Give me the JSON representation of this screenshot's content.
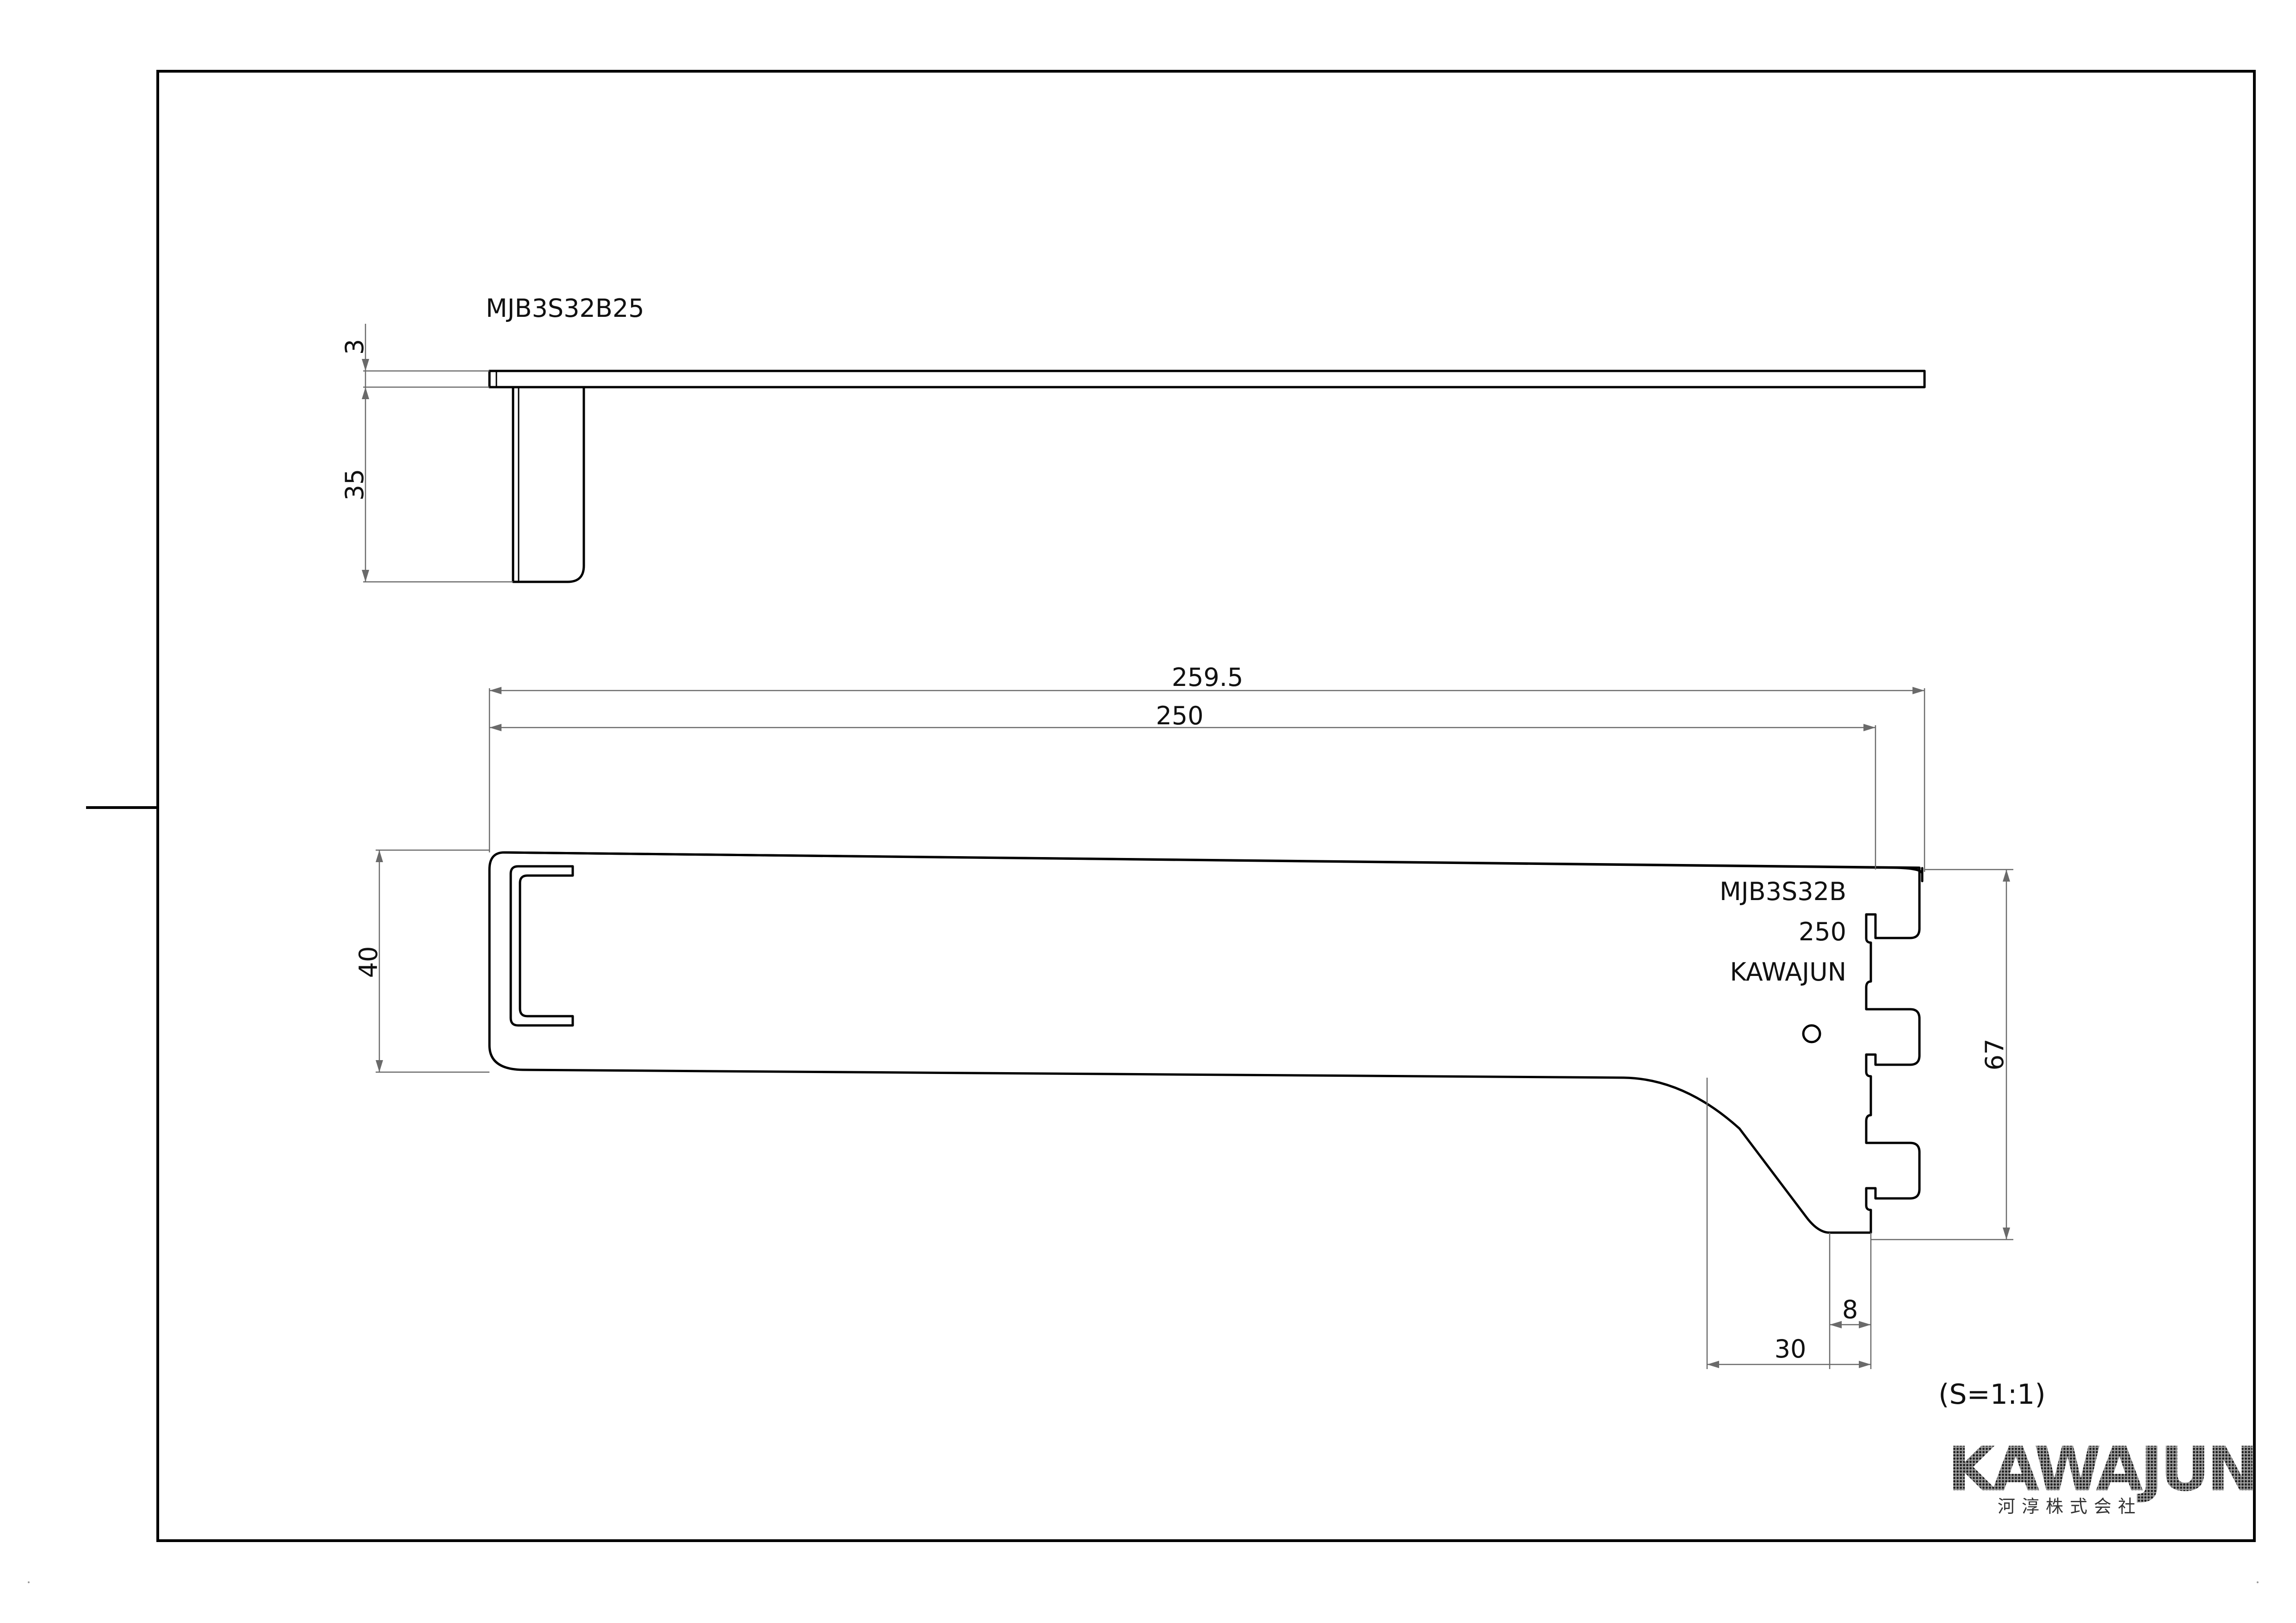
{
  "top_view": {
    "model_code": "MJB3S32B25",
    "dim_thickness": "3",
    "dim_height": "35"
  },
  "side_view": {
    "dim_overall_length": "259.5",
    "dim_length": "250",
    "dim_height": "40",
    "dim_slot_height": "67",
    "dim_foot_width": "30",
    "dim_foot_tip": "8",
    "engraving": {
      "line1": "MJB3S32B",
      "line2": "250",
      "line3": "KAWAJUN"
    }
  },
  "scale_label": "(S=1:1)",
  "logo": {
    "name": "KAWAJUN",
    "company_jp": "河淳株式会社"
  },
  "colors": {
    "line": "#000000",
    "dimension": "#6a6a6a",
    "background": "#ffffff"
  }
}
